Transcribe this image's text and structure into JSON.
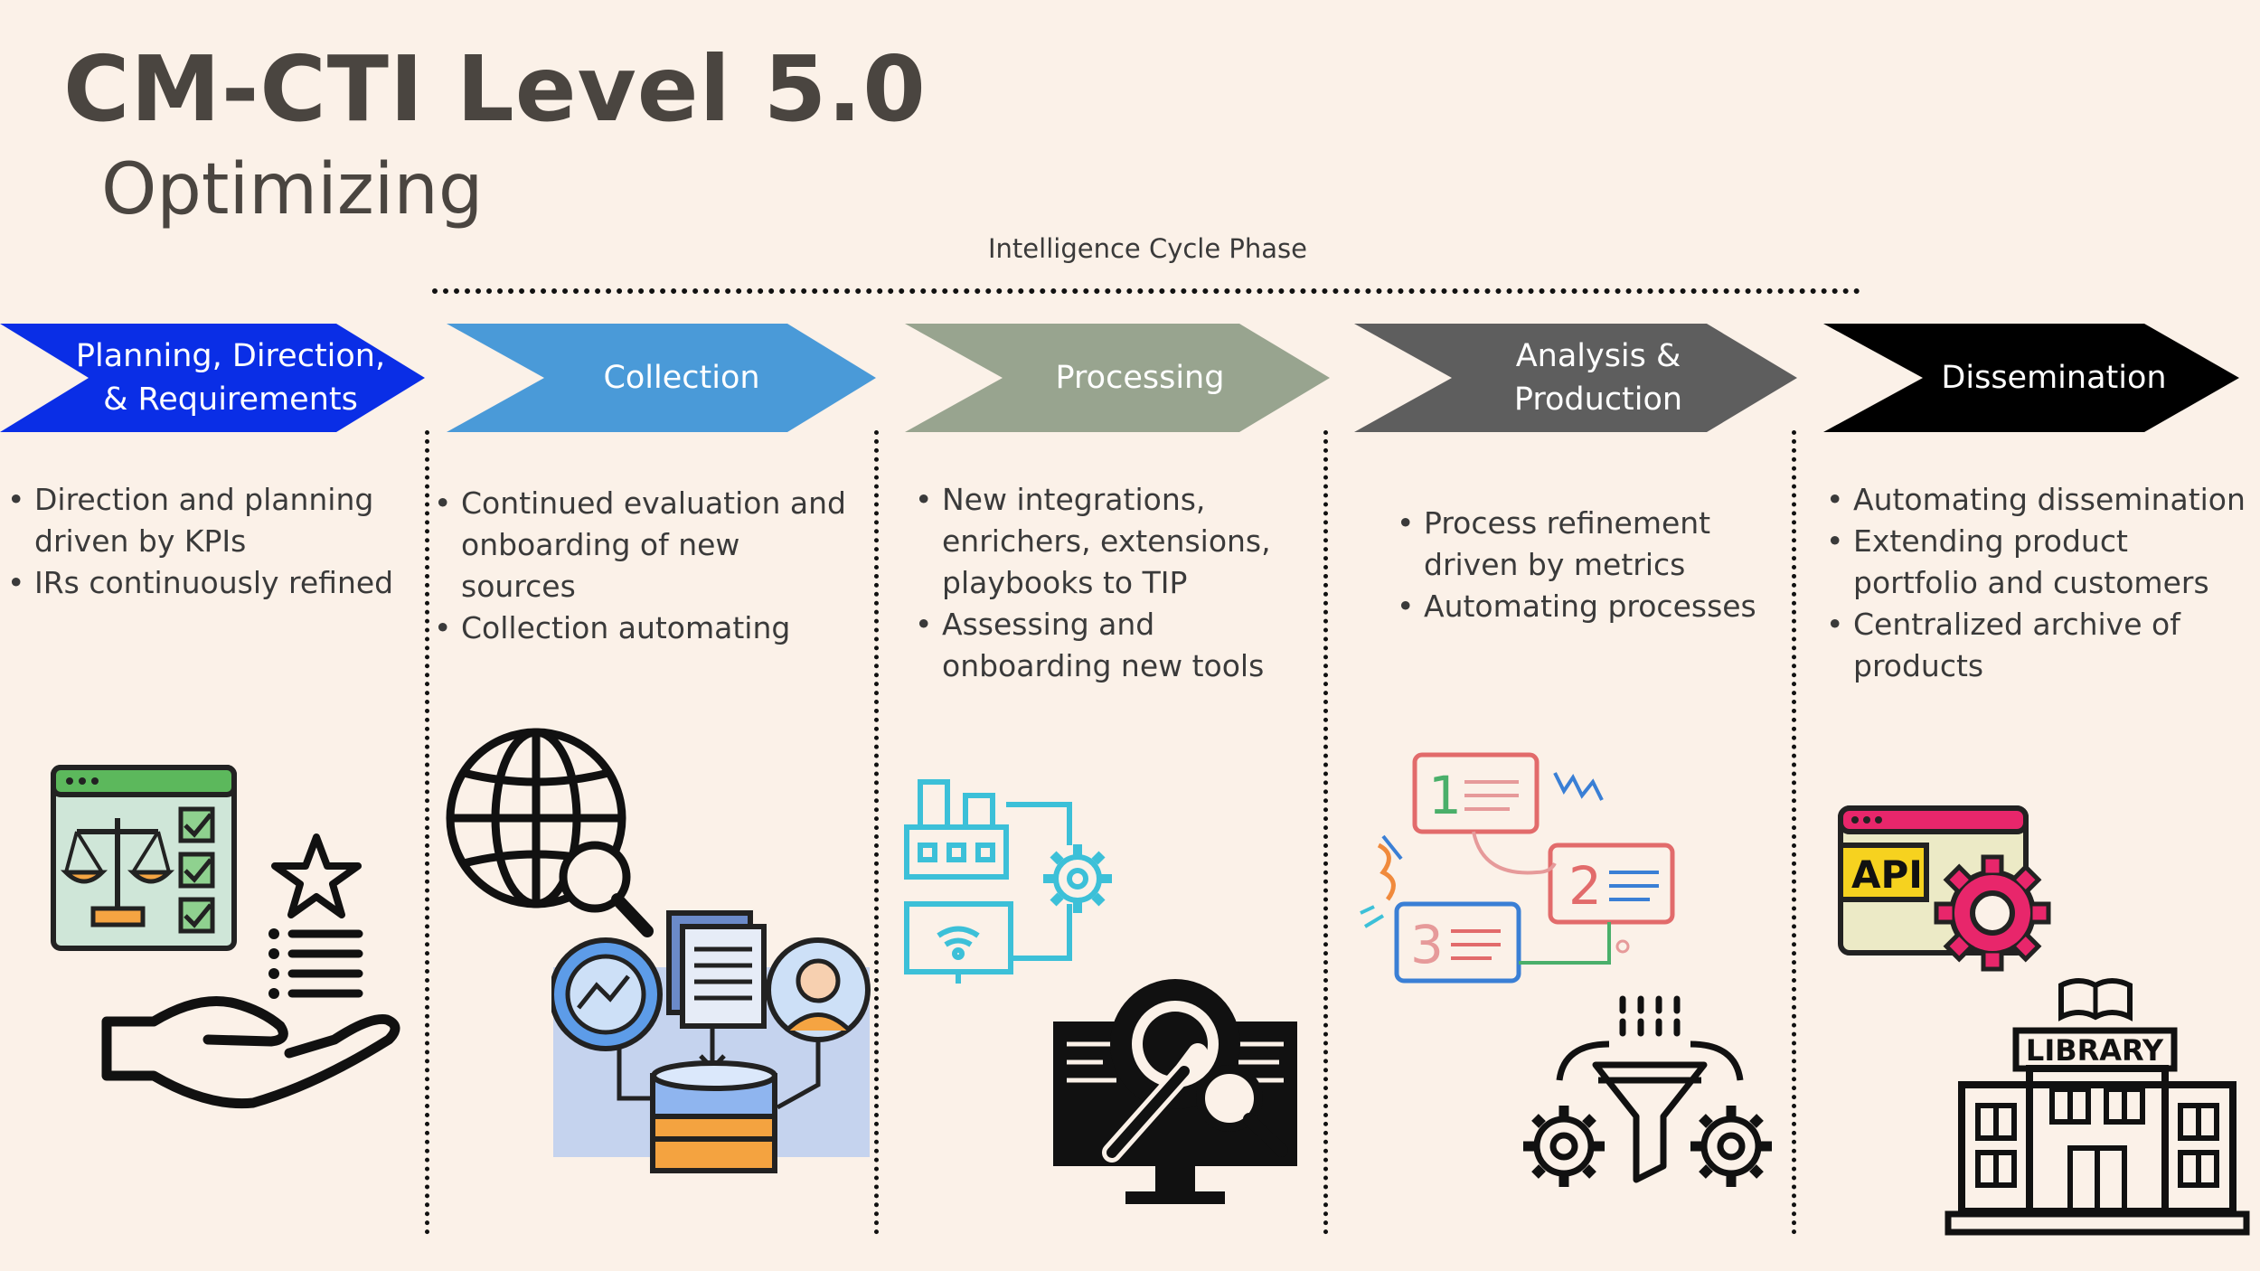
{
  "header": {
    "title": "CM-CTI Level 5.0",
    "subtitle": "Optimizing",
    "phase_label": "Intelligence Cycle Phase"
  },
  "colors": {
    "background": "#fbf1e8",
    "planning": "#0a2ee6",
    "collection": "#4a9ad8",
    "processing": "#98a48f",
    "analysis": "#5e5e5e",
    "dissemination": "#000000"
  },
  "phases": [
    {
      "line1": "Planning, Direction,",
      "line2": "& Requirements",
      "bullets": [
        "Direction and planning driven by KPIs",
        "IRs continuously refined"
      ],
      "icons": [
        "scale-checklist-icon",
        "star-icon",
        "list-icon",
        "open-hand-icon"
      ]
    },
    {
      "line1": "Collection",
      "line2": "",
      "bullets": [
        "Continued evaluation and onboarding of new sources",
        "Collection automating"
      ],
      "icons": [
        "globe-search-icon",
        "database-sources-icon"
      ]
    },
    {
      "line1": "Processing",
      "line2": "",
      "bullets": [
        "New integrations, enrichers, extensions, playbooks to TIP",
        "Assessing and onboarding new tools"
      ],
      "icons": [
        "factory-network-icon",
        "gear-icon",
        "monitor-wrench-icon"
      ]
    },
    {
      "line1": "Analysis &",
      "line2": "Production",
      "bullets": [
        "Process refinement driven by metrics",
        "Automating processes"
      ],
      "icons": [
        "numbered-steps-icon",
        "funnel-gears-icon"
      ]
    },
    {
      "line1": "Dissemination",
      "line2": "",
      "bullets": [
        "Automating dissemination",
        "Extending product portfolio and customers",
        "Centralized archive of products"
      ],
      "icons": [
        "api-gear-icon",
        "library-building-icon"
      ],
      "library_sign": "LIBRARY",
      "api_label": "API"
    }
  ]
}
